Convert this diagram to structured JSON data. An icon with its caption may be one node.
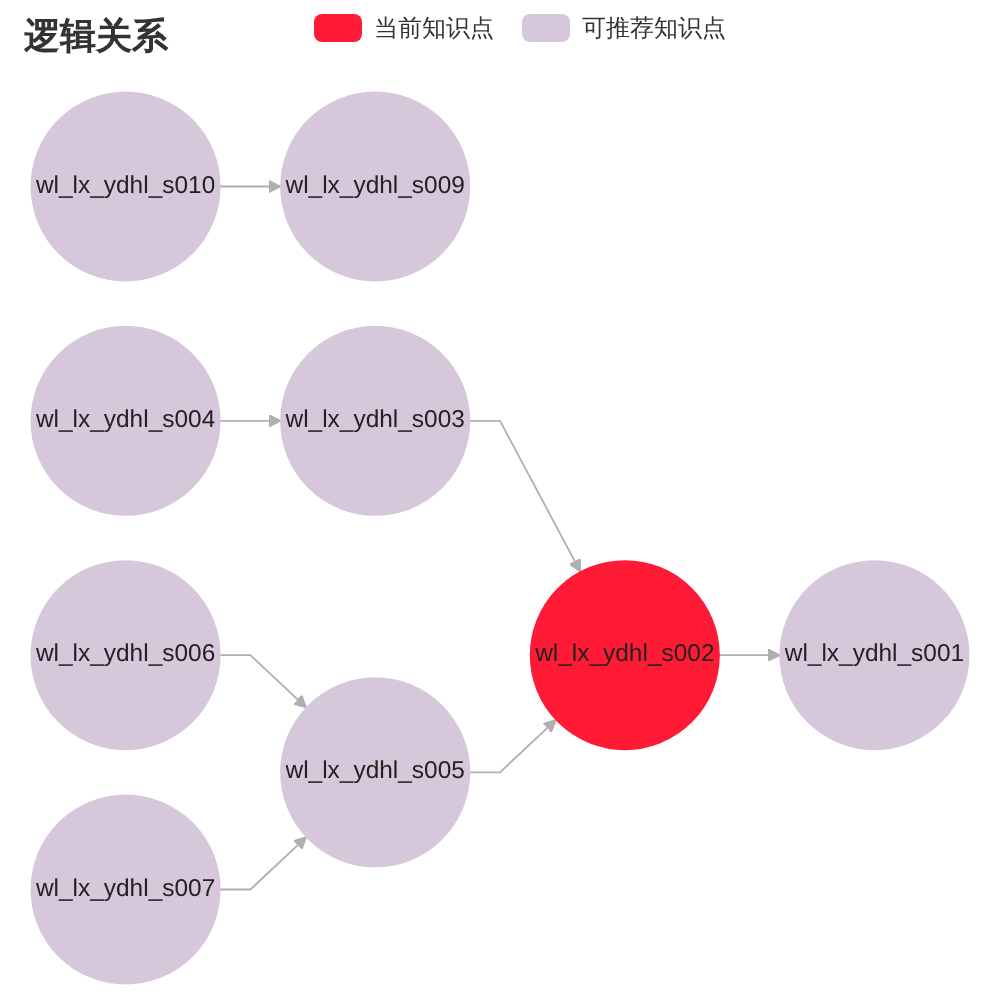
{
  "diagram": {
    "title": "逻辑关系",
    "nodes": [
      {
        "text": [
          "wl_lx_ydhl_s009"
        ]
      },
      {
        "text": [
          "wl_lx_ydhl_s010"
        ]
      },
      {
        "text": [
          "wl_lx_ydhl_s001"
        ]
      },
      {
        "text": [
          "wl_lx_ydhl_s004"
        ]
      },
      {
        "text": [
          "wl_lx_ydhl_s003"
        ]
      },
      {
        "text": [
          "wl_lx_ydhl_s002"
        ]
      },
      {
        "text": [
          "wl_lx_ydhl_s006"
        ]
      },
      {
        "text": [
          "wl_lx_ydhl_s005"
        ]
      },
      {
        "text": [
          "wl_lx_ydhl_s007"
        ]
      }
    ],
    "edges": [
      {
        "from": 1,
        "to": 0,
        "arrow": "to"
      },
      {
        "from": 3,
        "to": 4,
        "arrow": "to"
      },
      {
        "from": 4,
        "to": 5,
        "arrow": "to"
      },
      {
        "from": 5,
        "to": 2,
        "arrow": "to"
      },
      {
        "from": 6,
        "to": 7,
        "arrow": "to"
      },
      {
        "from": 7,
        "to": 5,
        "arrow": "to"
      },
      {
        "from": 8,
        "to": 7,
        "arrow": "to"
      }
    ],
    "legend": [
      {
        "text": "当前知识点",
        "color": "#ff1a35"
      },
      {
        "text": "可推荐知识点",
        "color": "#d6c8da"
      }
    ]
  }
}
